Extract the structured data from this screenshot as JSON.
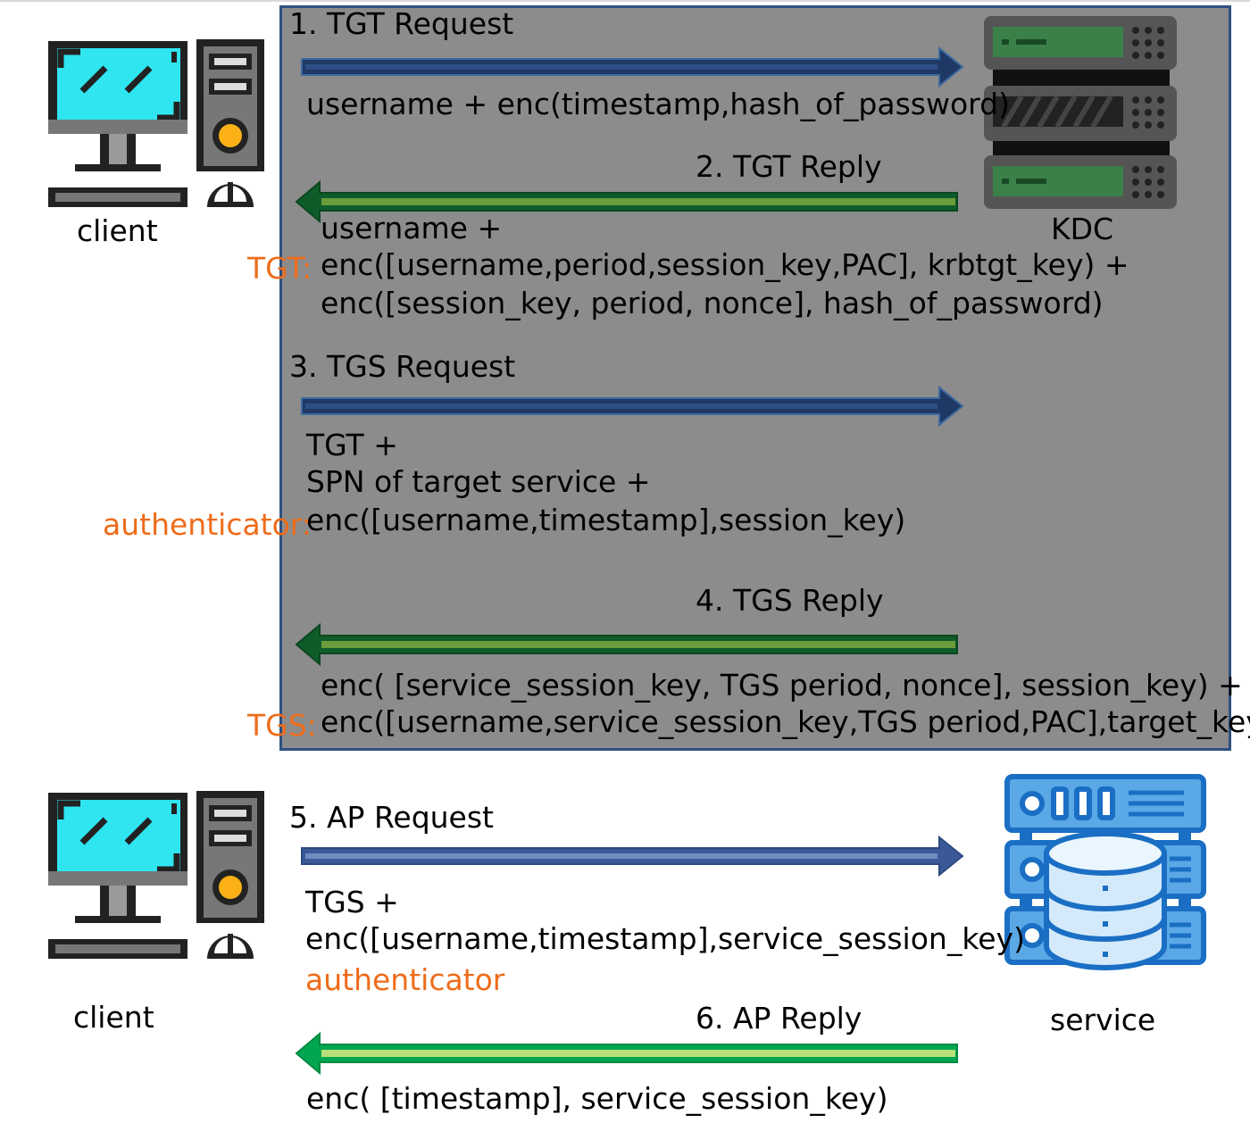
{
  "kdc_block": {
    "step1": {
      "title": "1. TGT Request",
      "body": "username + enc(timestamp,hash_of_password)"
    },
    "step2": {
      "title": "2. TGT Reply",
      "line1": "username +",
      "tgt_label": "TGT:",
      "line2": "enc([username,period,session_key,PAC], krbtgt_key) +",
      "line3": "enc([session_key, period, nonce], hash_of_password)"
    },
    "step3": {
      "title": "3. TGS Request",
      "line1": "TGT +",
      "line2": "SPN of target service +",
      "authenticator_label": "authenticator:",
      "line3": "enc([username,timestamp],session_key)"
    },
    "step4": {
      "title": "4. TGS Reply",
      "line1": "enc( [service_session_key, TGS period, nonce], session_key) +",
      "tgs_label": "TGS:",
      "line2": "enc([username,service_session_key,TGS period,PAC],target_key)"
    }
  },
  "service_block": {
    "step5": {
      "title": "5. AP Request",
      "line1": "TGS +",
      "line2": "enc([username,timestamp],service_session_key)",
      "authenticator_label": "authenticator"
    },
    "step6": {
      "title": "6. AP Reply",
      "line1": "enc( [timestamp], service_session_key)"
    }
  },
  "actors": {
    "client_top": "client",
    "kdc": "KDC",
    "client_bottom": "client",
    "service": "service"
  },
  "icons": {
    "client": "desktop-computer-icon",
    "kdc": "server-rack-icon",
    "service": "database-server-icon"
  },
  "colors": {
    "panel_bg": "#8c8c8c",
    "panel_border": "#2f5080",
    "request_arrow": "#1f3864",
    "reply_arrow": "#00a651",
    "label_orange": "#ee6c1a"
  }
}
